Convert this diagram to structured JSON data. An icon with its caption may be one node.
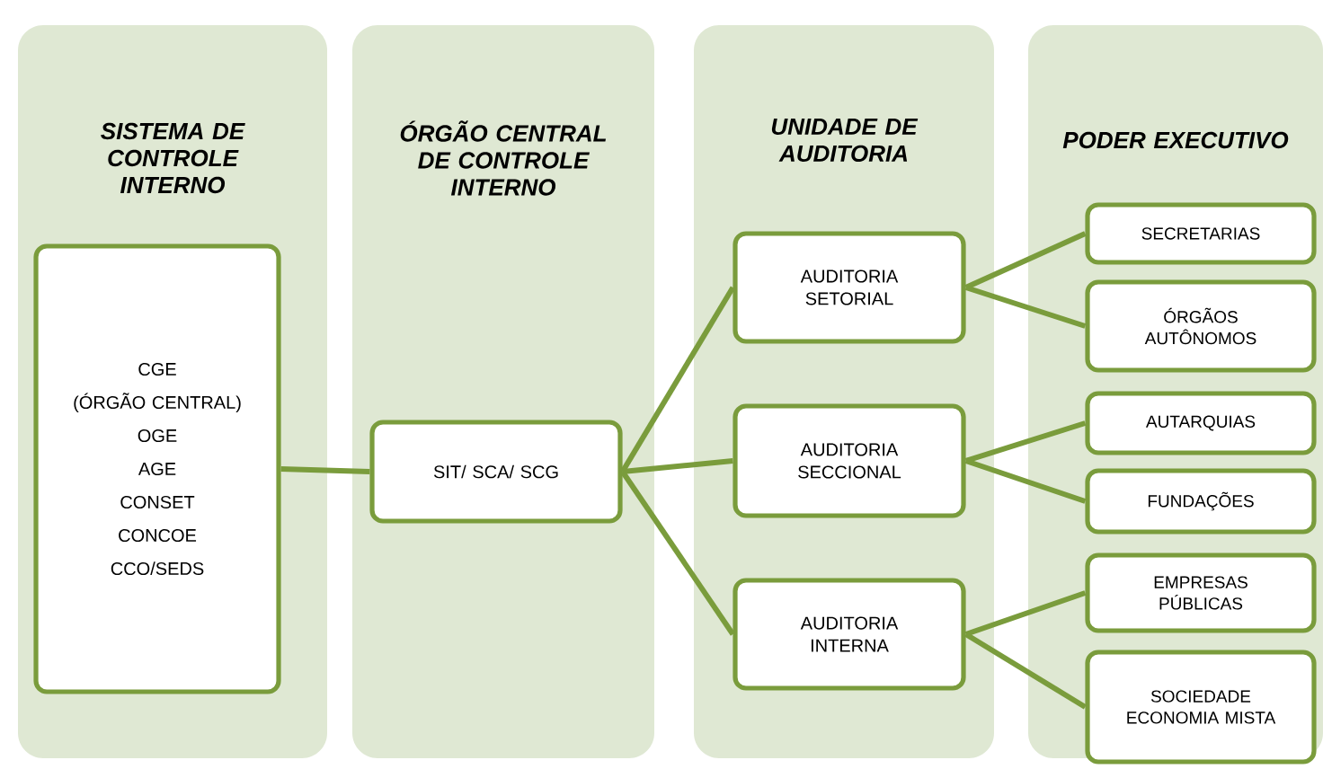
{
  "diagram": {
    "nodes": [
      {
        "text": [
          "SISTEMA DE CONTROLE INTERNO"
        ]
      },
      {
        "text": [
          "ÓRGÃO CENTRAL DE CONTROLE INTERNO"
        ]
      },
      {
        "text": [
          "UNIDADE DE AUDITORIA"
        ]
      },
      {
        "text": [
          "PODER EXECUTIVO"
        ]
      },
      {
        "text": [
          "CGE",
          "(ÓRGÃO CENTRAL)",
          "OGE",
          "AGE",
          "CONSET",
          "CONCOE",
          "CCO/SEDS"
        ],
        "in": 0
      },
      {
        "text": [
          "SIT/ SCA/ SCG"
        ],
        "in": 1
      },
      {
        "text": [
          "AUDITORIA SETORIAL"
        ],
        "in": 2
      },
      {
        "text": [
          "AUDITORIA SECCIONAL"
        ],
        "in": 2
      },
      {
        "text": [
          "AUDITORIA INTERNA"
        ],
        "in": 2
      },
      {
        "text": [
          "SECRETARIAS"
        ],
        "in": 3
      },
      {
        "text": [
          "ÓRGÃOS AUTÔNOMOS"
        ],
        "in": 3
      },
      {
        "text": [
          "AUTARQUIAS"
        ],
        "in": 3
      },
      {
        "text": [
          "FUNDAÇÕES"
        ],
        "in": 3
      },
      {
        "text": [
          "EMPRESAS PÚBLICAS"
        ],
        "in": 3
      },
      {
        "text": [
          "SOCIEDADE ECONOMIA MISTA"
        ],
        "in": 3
      }
    ],
    "edges": [
      {
        "from": 4,
        "to": 5,
        "arrow": "none"
      },
      {
        "from": 5,
        "to": 6,
        "arrow": "none"
      },
      {
        "from": 5,
        "to": 7,
        "arrow": "none"
      },
      {
        "from": 5,
        "to": 8,
        "arrow": "none"
      },
      {
        "from": 6,
        "to": 9,
        "arrow": "none"
      },
      {
        "from": 6,
        "to": 10,
        "arrow": "none"
      },
      {
        "from": 7,
        "to": 11,
        "arrow": "none"
      },
      {
        "from": 7,
        "to": 12,
        "arrow": "none"
      },
      {
        "from": 8,
        "to": 13,
        "arrow": "none"
      },
      {
        "from": 8,
        "to": 14,
        "arrow": "none"
      }
    ]
  }
}
